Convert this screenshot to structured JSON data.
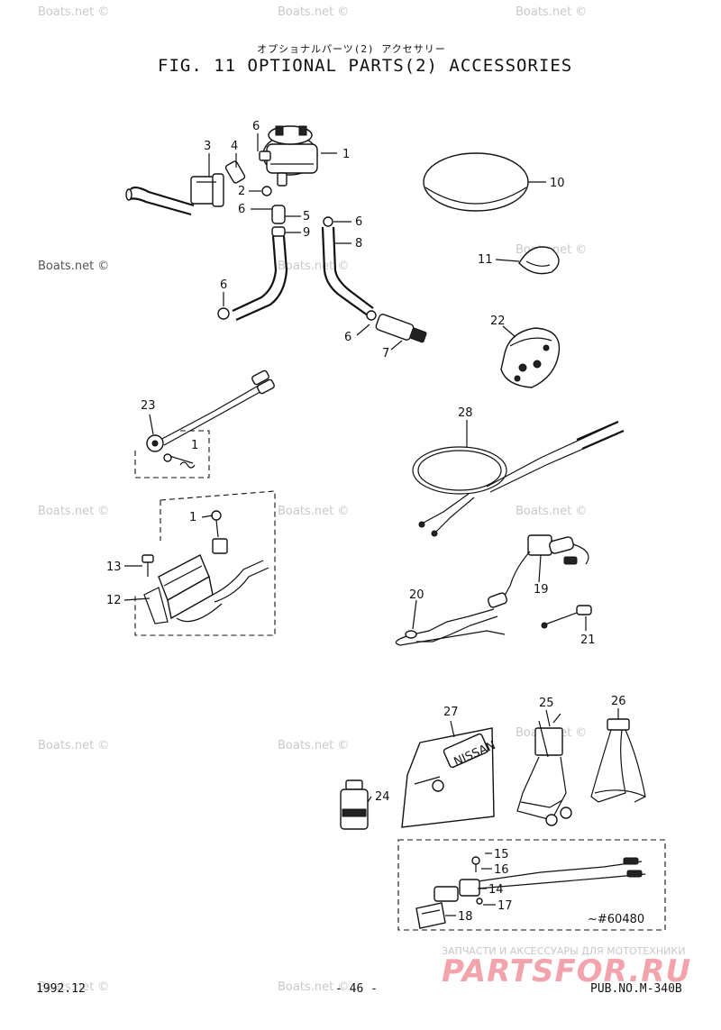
{
  "header": {
    "title_jp": "オプショナルパーツ(2) アクセサリー",
    "title_en": "FIG. 11    OPTIONAL PARTS(2) ACCESSORIES"
  },
  "watermark": "Boats.net ©",
  "callouts": {
    "c1a": "1",
    "c6a": "6",
    "c3": "3",
    "c4": "4",
    "c2": "2",
    "c6b": "6",
    "c5": "5",
    "c6c": "6",
    "c9": "9",
    "c8": "8",
    "c6d": "6",
    "c6e": "6",
    "c7": "7",
    "c10": "10",
    "c11": "11",
    "c22": "22",
    "c23": "23",
    "c1b": "1",
    "c28": "28",
    "c1c": "1",
    "c13": "13",
    "c12": "12",
    "c20": "20",
    "c19": "19",
    "c21": "21",
    "c27": "27",
    "c25": "25",
    "c26": "26",
    "c24": "24",
    "c15": "15",
    "c16": "16",
    "c14": "14",
    "c17": "17",
    "c18": "18"
  },
  "serial_note": "~#60480",
  "nameplate_text": "NISSAN",
  "shop": {
    "tagline": "ЗАПЧАСТИ И АКСЕССУАРЫ ДЛЯ МОТОТЕХНИКИ",
    "logo": "PARTSFOR.RU"
  },
  "footer": {
    "date": "1992.12",
    "page": "- 46 -",
    "pub_no": "PUB.NO.M-340B"
  }
}
